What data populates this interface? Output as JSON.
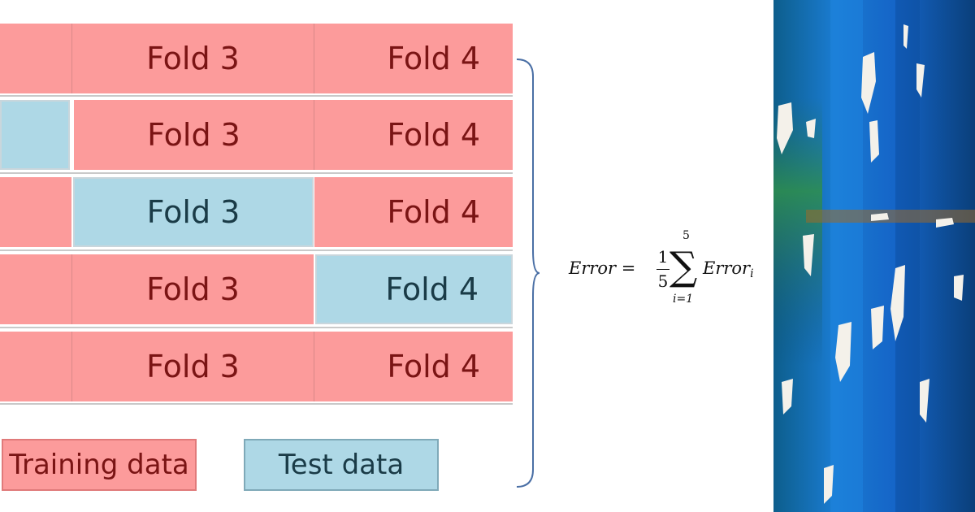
{
  "folds": {
    "rows": [
      {
        "c1": "train",
        "fold3_label": "Fold 3",
        "fold3": "train",
        "fold4_label": "Fold 4",
        "fold4": "train"
      },
      {
        "c1": "test",
        "fold3_label": "Fold 3",
        "fold3": "train",
        "fold4_label": "Fold 4",
        "fold4": "train"
      },
      {
        "c1": "train",
        "fold3_label": "Fold 3",
        "fold3": "test",
        "fold4_label": "Fold 4",
        "fold4": "train"
      },
      {
        "c1": "train",
        "fold3_label": "Fold 3",
        "fold3": "train",
        "fold4_label": "Fold 4",
        "fold4": "test"
      },
      {
        "c1": "train",
        "fold3_label": "Fold 3",
        "fold3": "train",
        "fold4_label": "Fold 4",
        "fold4": "train"
      }
    ]
  },
  "legend": {
    "training_label": "Training data",
    "test_label": "Test data"
  },
  "formula": {
    "lhs": "Error",
    "equals": "=",
    "frac_num": "1",
    "frac_den": "5",
    "sum_symbol": "∑",
    "upper": "5",
    "lower": "i=1",
    "term": "Error",
    "term_sub": "i"
  },
  "colors": {
    "training": "#fc9b9b",
    "test": "#aed8e6",
    "training_text": "#7a1414",
    "test_text": "#1a3b47",
    "brace": "#4a6fa5"
  },
  "photo": {
    "description_icon": "abstract-blue-paint-texture"
  }
}
